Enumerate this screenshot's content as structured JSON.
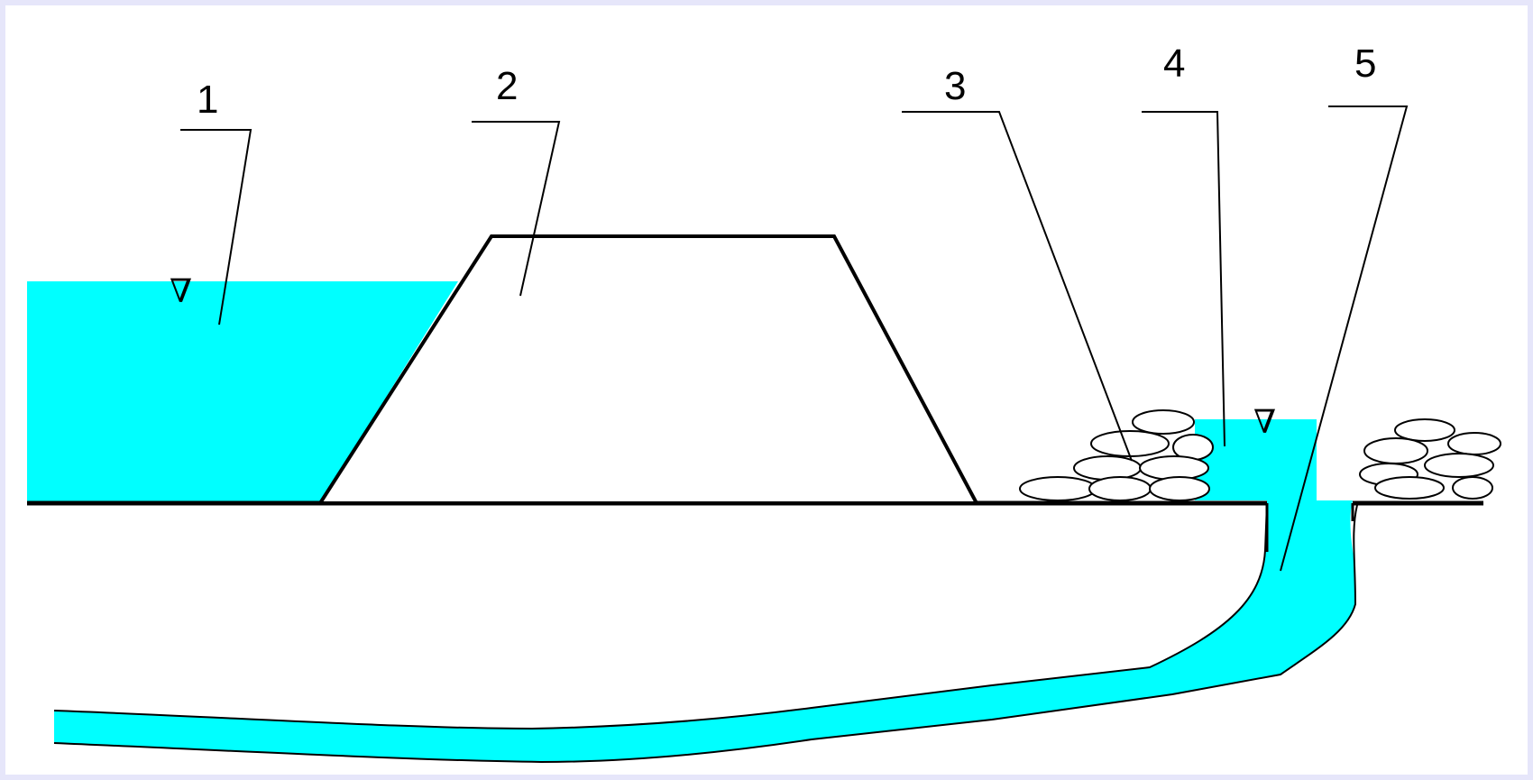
{
  "colors": {
    "water": "#00ffff",
    "line": "#000000",
    "background": "#ffffff",
    "border": "#e6e6fa"
  },
  "labels": {
    "one": "1",
    "two": "2",
    "three": "3",
    "four": "4",
    "five": "5"
  },
  "water_level_symbol": "∇"
}
